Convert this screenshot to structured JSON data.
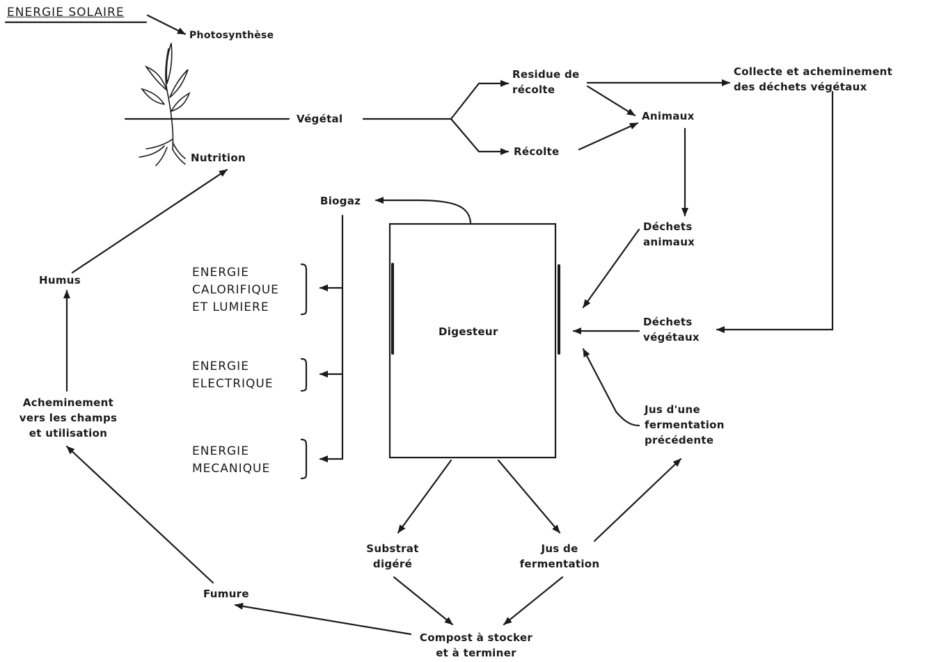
{
  "labels": {
    "energie_solaire": "ENERGIE SOLAIRE",
    "photosynthese": "Photosynthèse",
    "vegetal": "Végétal",
    "nutrition": "Nutrition",
    "residue": "Residue de\nrécolte",
    "recolte": "Récolte",
    "collecte": "Collecte et acheminement\ndes déchets végétaux",
    "animaux": "Animaux",
    "dechets_animaux": "Déchets\nanimaux",
    "dechets_vegetaux": "Déchets\nvégétaux",
    "jus_precedente": "Jus d'une\nfermentation\nprécédente",
    "biogaz": "Biogaz",
    "digesteur": "Digesteur",
    "energie_calorifique": "ENERGIE\nCALORIFIQUE\nET LUMIERE",
    "energie_electrique": "ENERGIE\nELECTRIQUE",
    "energie_mecanique": "ENERGIE\nMECANIQUE",
    "humus": "Humus",
    "acheminement": "Acheminement\nvers les champs\net utilisation",
    "substrat": "Substrat\ndigéré",
    "jus_fermentation": "Jus de\nfermentation",
    "fumure": "Fumure",
    "compost": "Compost à stocker\net à terminer"
  }
}
